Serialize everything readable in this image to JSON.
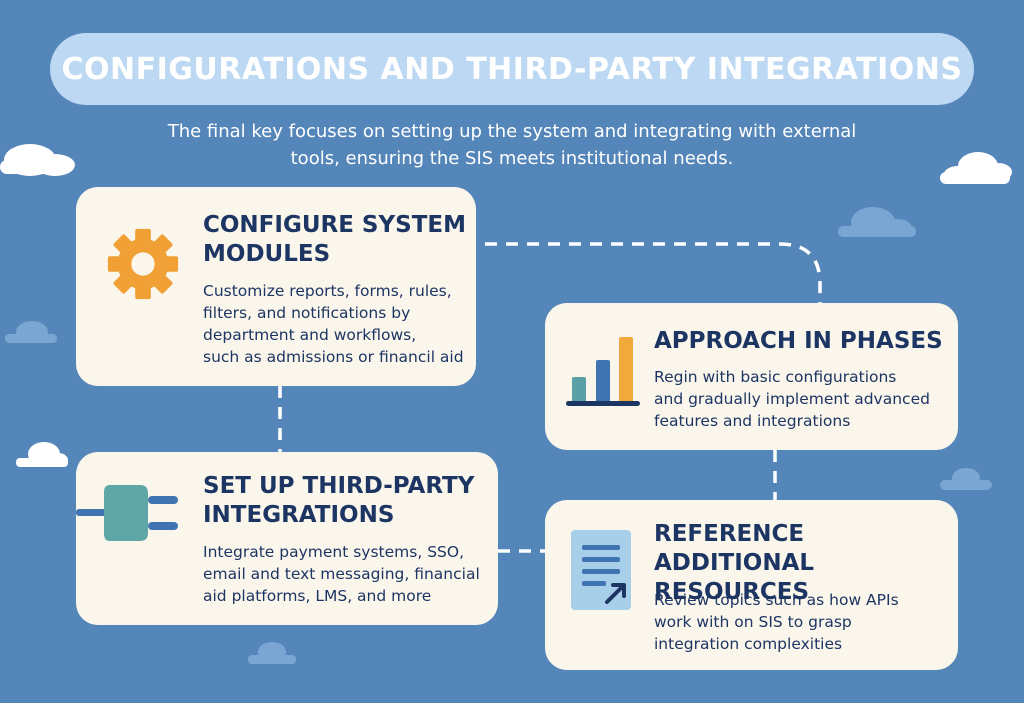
{
  "header": {
    "title": "CONFIGURATIONS AND THIRD-PARTY INTEGRATIONS",
    "subtitle_line1": "The final key focuses on setting up the system and integrating with external",
    "subtitle_line2": "tools, ensuring the SIS meets institutional needs."
  },
  "cards": [
    {
      "title_lines": [
        "CONFIGURE SYSTEM",
        "MODULES"
      ],
      "desc_lines": [
        "Customize reports, forms, rules,",
        "filters, and notifications by",
        "department and workflows,",
        "such as admissions or financil aid"
      ],
      "icon": "gear-icon"
    },
    {
      "title_lines": [
        "APPROACH IN PHASES"
      ],
      "desc_lines": [
        "Regin with basic configurations",
        "and gradually implement advanced",
        "features and integrations"
      ],
      "icon": "bar-chart-icon"
    },
    {
      "title_lines": [
        "SET UP THIRD-PARTY",
        "INTEGRATIONS"
      ],
      "desc_lines": [
        "Integrate payment systems, SSO,",
        "email and text messaging, financial",
        "aid platforms, LMS, and more"
      ],
      "icon": "plug-icon"
    },
    {
      "title_lines": [
        "REFERENCE ADDITIONAL",
        "RESOURCES"
      ],
      "desc_lines": [
        "Review topics such as how APIs",
        "work with on SIS to grasp",
        "integration complexities"
      ],
      "icon": "document-icon"
    }
  ],
  "colors": {
    "background": "#5586b9",
    "title_pill": "#bcd8f3",
    "card": "#fbf6ec",
    "text_dark": "#1d3563",
    "gear": "#f0a035",
    "bar_teal": "#5b9fa7",
    "bar_blue": "#3f74b0",
    "bar_orange": "#f2a93c",
    "plug": "#5ea7a6",
    "doc": "#a8cfe9"
  }
}
